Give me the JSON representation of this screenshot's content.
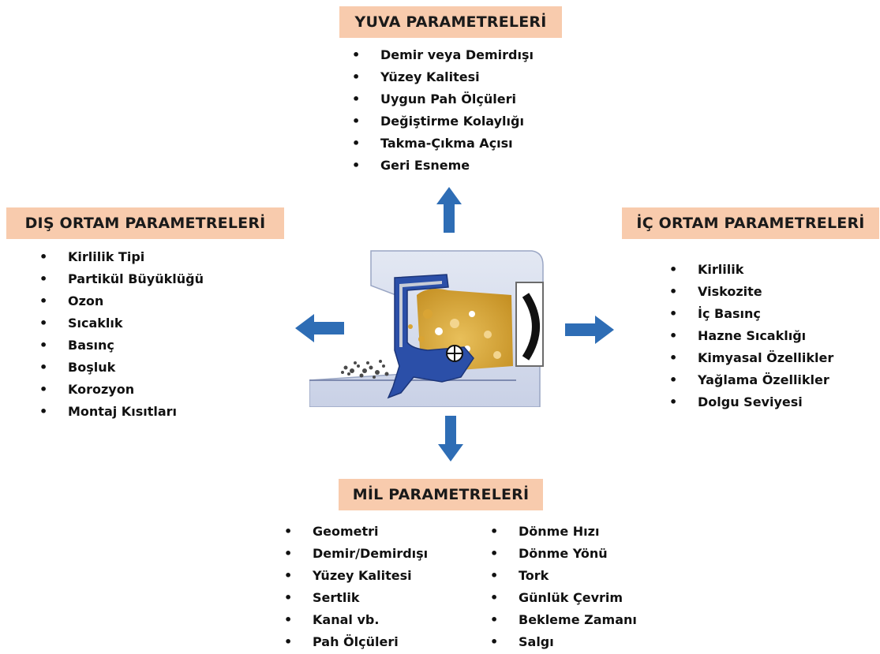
{
  "top": {
    "title": "YUVA PARAMETRELERİ",
    "items": [
      "Demir veya Demirdışı",
      "Yüzey Kalitesi",
      "Uygun Pah Ölçüleri",
      "Değiştirme Kolaylığı",
      "Takma-Çıkma Açısı",
      "Geri Esneme"
    ]
  },
  "left": {
    "title": "DIŞ ORTAM PARAMETRELERİ",
    "items": [
      "Kirlilik Tipi",
      "Partikül Büyüklüğü",
      "Ozon",
      "Sıcaklık",
      "Basınç",
      "Boşluk",
      "Korozyon",
      "Montaj Kısıtları"
    ]
  },
  "right": {
    "title": "İÇ ORTAM PARAMETRELERİ",
    "items": [
      "Kirlilik",
      "Viskozite",
      "İç Basınç",
      "Hazne Sıcaklığı",
      "Kimyasal Özellikler",
      "Yağlama Özellikler",
      "Dolgu Seviyesi"
    ]
  },
  "bottom": {
    "title": "MİL PARAMETRELERİ",
    "items_left": [
      "Geometri",
      "Demir/Demirdışı",
      "Yüzey Kalitesi",
      "Sertlik",
      "Kanal vb.",
      "Pah Ölçüleri"
    ],
    "items_right": [
      "Dönme Hızı",
      "Dönme Yönü",
      "Tork",
      "Günlük Çevrim",
      "Bekleme Zamanı",
      "Salgı"
    ]
  },
  "colors": {
    "title_fill": "#f8cbad",
    "arrow": "#2e6db5",
    "seal": "#2b4fa8",
    "oil": "#d9a434",
    "housing": "#d6dcec"
  }
}
